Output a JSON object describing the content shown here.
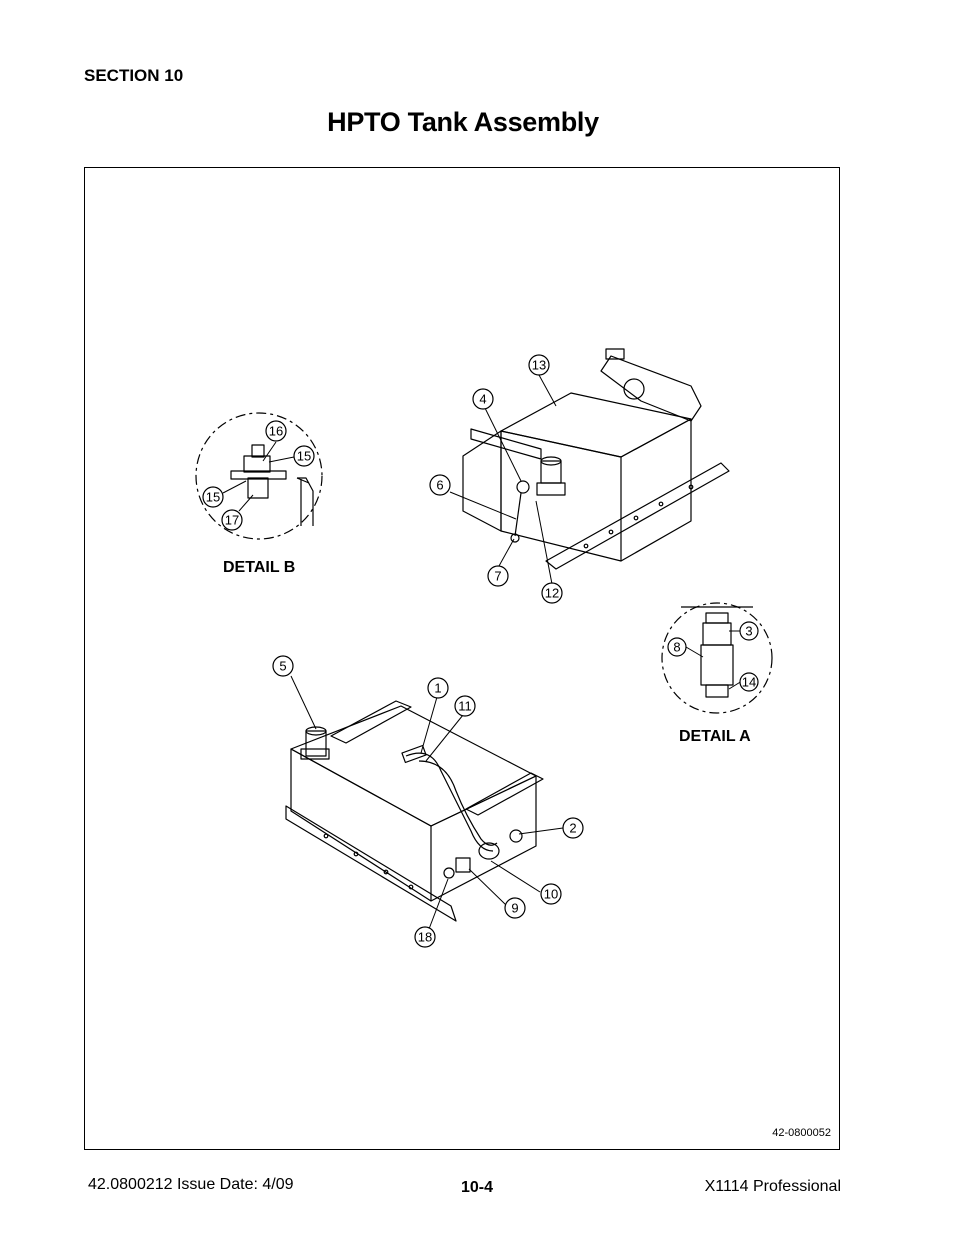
{
  "header": {
    "section": "SECTION 10",
    "title": "HPTO Tank Assembly"
  },
  "figure": {
    "drawing_number": "42-0800052",
    "detail_labels": {
      "b": "DETAIL B",
      "a": "DETAIL A"
    },
    "callouts": {
      "c13": "13",
      "c4": "4",
      "c6": "6",
      "c7": "7",
      "c12": "12",
      "c16": "16",
      "c15a": "15",
      "c15b": "15",
      "c17": "17",
      "c3": "3",
      "c8": "8",
      "c14": "14",
      "c5": "5",
      "c1": "1",
      "c11": "11",
      "c2": "2",
      "c10": "10",
      "c9": "9",
      "c18": "18"
    }
  },
  "footer": {
    "doc_issue": "42.0800212  Issue Date: 4/09",
    "page": "10-4",
    "model": "X1114 Professional"
  }
}
